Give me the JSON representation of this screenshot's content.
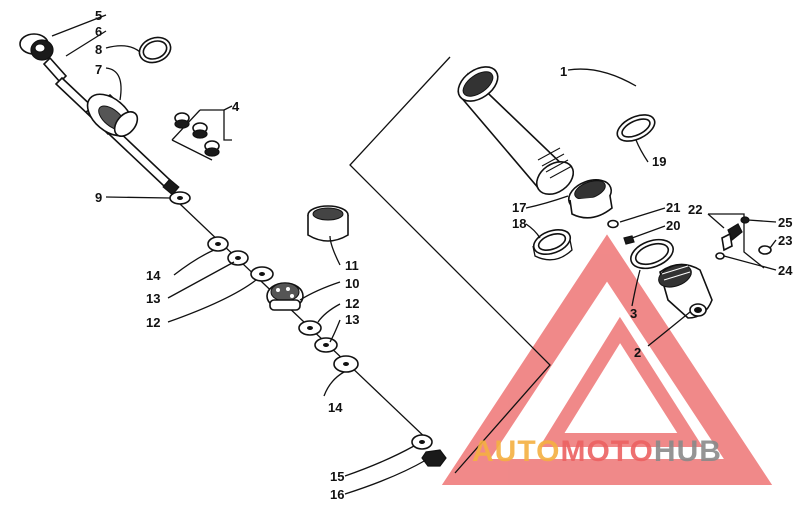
{
  "callouts": [
    "1",
    "2",
    "3",
    "4",
    "5",
    "6",
    "7",
    "8",
    "9",
    "10",
    "11",
    "12",
    "12",
    "13",
    "13",
    "14",
    "14",
    "15",
    "16",
    "17",
    "18",
    "19",
    "20",
    "21",
    "22",
    "23",
    "24",
    "25"
  ],
  "watermark": {
    "part1": "AUTO",
    "part2": "MOTO",
    "part3": "HUB"
  },
  "colors": {
    "line": "#111111",
    "watermark_red": "#ec6262",
    "watermark_orange": "#f5b041",
    "watermark_gray": "#8a8a8a"
  }
}
